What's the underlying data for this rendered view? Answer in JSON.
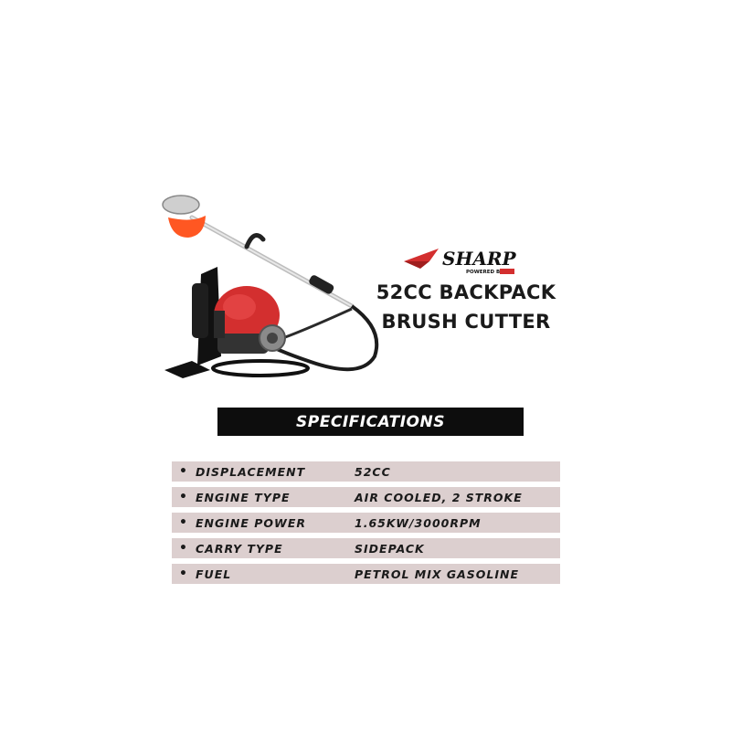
{
  "product": {
    "brand_logo_text": "SHARP",
    "brand_tagline": "POWERED BY",
    "title_line1": "52CC BACKPACK",
    "title_line2": "BRUSH CUTTER"
  },
  "specifications": {
    "header": "SPECIFICATIONS",
    "bullet": "•",
    "rows": [
      {
        "label": "DISPLACEMENT",
        "value": "52CC"
      },
      {
        "label": "ENGINE TYPE",
        "value": "AIR COOLED, 2 STROKE"
      },
      {
        "label": "ENGINE POWER",
        "value": "1.65KW/3000RPM"
      },
      {
        "label": "CARRY TYPE",
        "value": "SIDEPACK"
      },
      {
        "label": "FUEL",
        "value": "PETROL MIX GASOLINE"
      }
    ]
  },
  "colors": {
    "accent_red": "#d32f2f",
    "guard_orange": "#ff5722",
    "header_bg": "#0d0d0d",
    "row_bg": "#dccfcf"
  }
}
